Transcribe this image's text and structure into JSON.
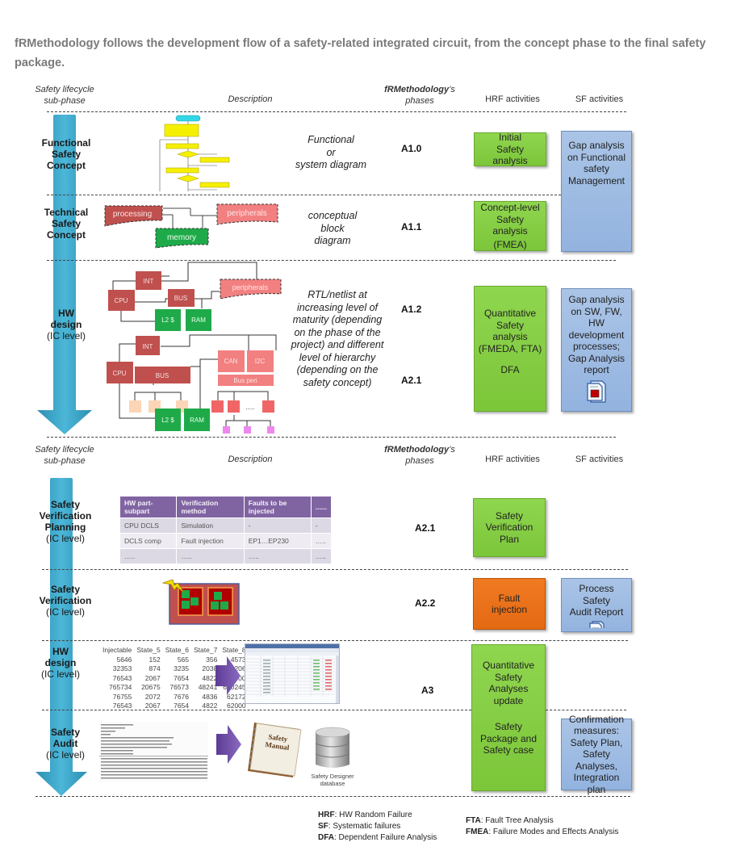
{
  "intro_text": "fRMethodology follows the development flow of a safety-related integrated circuit, from the concept phase to the final safety package.",
  "headers": {
    "subphase": [
      "Safety lifecycle",
      "sub-phase"
    ],
    "description": "Description",
    "phases_bold": "fRMethodology",
    "phases_suffix": "’s",
    "phases_line2": "phases",
    "hrf": "HRF activities",
    "sf": "SF activities"
  },
  "colors": {
    "arrow": "#3aa6c8",
    "hrf_box": "#7cc63a",
    "sf_box": "#93b3df",
    "fault_box": "#e46a12",
    "table_header": "#8064a2",
    "intro_text": "#7a7a7a"
  },
  "section1": {
    "rows": [
      {
        "subphase": [
          "Functional",
          "Safety",
          "Concept"
        ],
        "description": [
          "Functional",
          "or",
          "system diagram"
        ],
        "codes": [
          "A1.0"
        ]
      },
      {
        "subphase": [
          "Technical",
          "Safety",
          "Concept"
        ],
        "description": [
          "conceptual",
          "block",
          "diagram"
        ],
        "codes": [
          "A1.1"
        ]
      },
      {
        "subphase": [
          "HW",
          "design"
        ],
        "subphase_sub": "(IC level)",
        "description": [
          "RTL/netlist at",
          "increasing level of",
          "maturity (depending",
          "on the phase of the",
          "project) and different",
          "level of hierarchy",
          "(depending on the",
          "safety concept)"
        ],
        "codes": [
          "A1.2",
          "A2.1"
        ]
      }
    ],
    "hrf_boxes": [
      [
        "Initial",
        "Safety analysis"
      ],
      [
        "Concept-level",
        "Safety analysis",
        "(FMEA)"
      ],
      [
        "Quantitative",
        "Safety analysis",
        "(FMEDA, FTA)",
        "",
        "DFA"
      ]
    ],
    "sf_boxes": [
      [
        "Gap analysis",
        "on Functional",
        "safety",
        "Management"
      ],
      [
        "Gap analysis",
        "on SW, FW,",
        "HW",
        "development",
        "processes;",
        "Gap Analysis",
        "report"
      ]
    ],
    "block_diagram": {
      "processing": "processing",
      "peripherals": "peripherals",
      "memory": "memory"
    },
    "hw_diagram_top": {
      "int": "INT",
      "cpu": "CPU",
      "bus": "BUS",
      "peripherals": "peripherals",
      "l2": "L2 $",
      "ram": "RAM"
    },
    "hw_diagram_bottom": {
      "int": "INT",
      "cpu": "CPU",
      "bus": "BUS",
      "can": "CAN",
      "i2c": "I2C",
      "bus_peri": "Bus peri",
      "l2": "L2 $",
      "ram": "RAM",
      "dots": "....."
    }
  },
  "section2": {
    "rows": [
      {
        "subphase": [
          "Safety",
          "Verification",
          "Planning"
        ],
        "subphase_sub": "(IC level)",
        "codes": [
          "A2.1"
        ]
      },
      {
        "subphase": [
          "Safety",
          "Verification"
        ],
        "subphase_sub": "(IC level)",
        "codes": [
          "A2.2"
        ]
      },
      {
        "subphase": [
          "HW",
          "design"
        ],
        "subphase_sub": "(IC level)",
        "codes": [
          "A3"
        ]
      },
      {
        "subphase": [
          "Safety",
          "Audit"
        ],
        "subphase_sub": "(IC level)",
        "codes": []
      }
    ],
    "verification_table": {
      "columns": [
        "HW part-subpart",
        "Verification method",
        "Faults to be injected",
        "......"
      ],
      "rows": [
        [
          "CPU DCLS",
          "Simulation",
          "-",
          "-"
        ],
        [
          "DCLS comp",
          "Fault injection",
          "EP1…EP230",
          "….."
        ],
        [
          "…..",
          "…..",
          "…..",
          "….."
        ]
      ]
    },
    "numbers_table": {
      "columns": [
        "Injectable",
        "State_5",
        "State_6",
        "State_7",
        "State_8"
      ],
      "rows": [
        [
          "5646",
          "152",
          "565",
          "356",
          "4573"
        ],
        [
          "32353",
          "874",
          "3235",
          "2038",
          "26206"
        ],
        [
          "76543",
          "2067",
          "7654",
          "4822",
          "62000"
        ],
        [
          "765734",
          "20675",
          "76573",
          "48241",
          "620245"
        ],
        [
          "76755",
          "2072",
          "7676",
          "4836",
          "62172"
        ],
        [
          "76543",
          "2067",
          "7654",
          "4822",
          "62000"
        ]
      ]
    },
    "hrf_boxes": [
      [
        "Safety",
        "Verification",
        "Plan"
      ],
      [
        "Fault",
        "injection"
      ],
      [
        "Quantitative",
        "Safety",
        "Analyses",
        "update",
        "",
        "Safety",
        "Package and",
        "Safety case"
      ]
    ],
    "sf_boxes": [
      [
        "Process Safety",
        "Audit Report"
      ],
      [
        "Confirmation",
        "measures:",
        "Safety Plan,",
        "Safety",
        "Analyses,",
        "Integration plan"
      ]
    ],
    "safety_manual": [
      "Safety",
      "Manual"
    ],
    "database_label": [
      "Safety Designer",
      "database"
    ]
  },
  "legend": {
    "left": [
      {
        "abbr": "HRF",
        "text": ": HW Random Failure"
      },
      {
        "abbr": "SF",
        "text": ": Systematic failures"
      },
      {
        "abbr": "DFA",
        "text": ": Dependent Failure Analysis"
      }
    ],
    "right": [
      {
        "abbr": "FTA",
        "text": ": Fault Tree Analysis"
      },
      {
        "abbr": "FMEA",
        "text": ": Failure Modes and Effects Analysis"
      }
    ]
  }
}
